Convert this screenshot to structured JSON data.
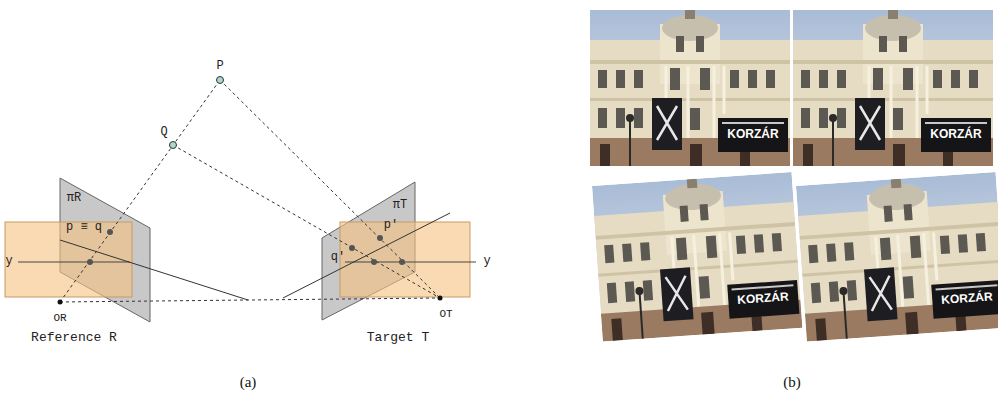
{
  "diagram": {
    "labels": [
      "P",
      "Q",
      "p ≡ q",
      "p'",
      "q'",
      "πR",
      "πT",
      "y",
      "y",
      "OR",
      "OT",
      "Reference R",
      "Target T",
      "(a)",
      "(b)",
      "KORZÁR",
      "KORZÁR",
      "KORZÁR",
      "KORZÁR"
    ]
  }
}
